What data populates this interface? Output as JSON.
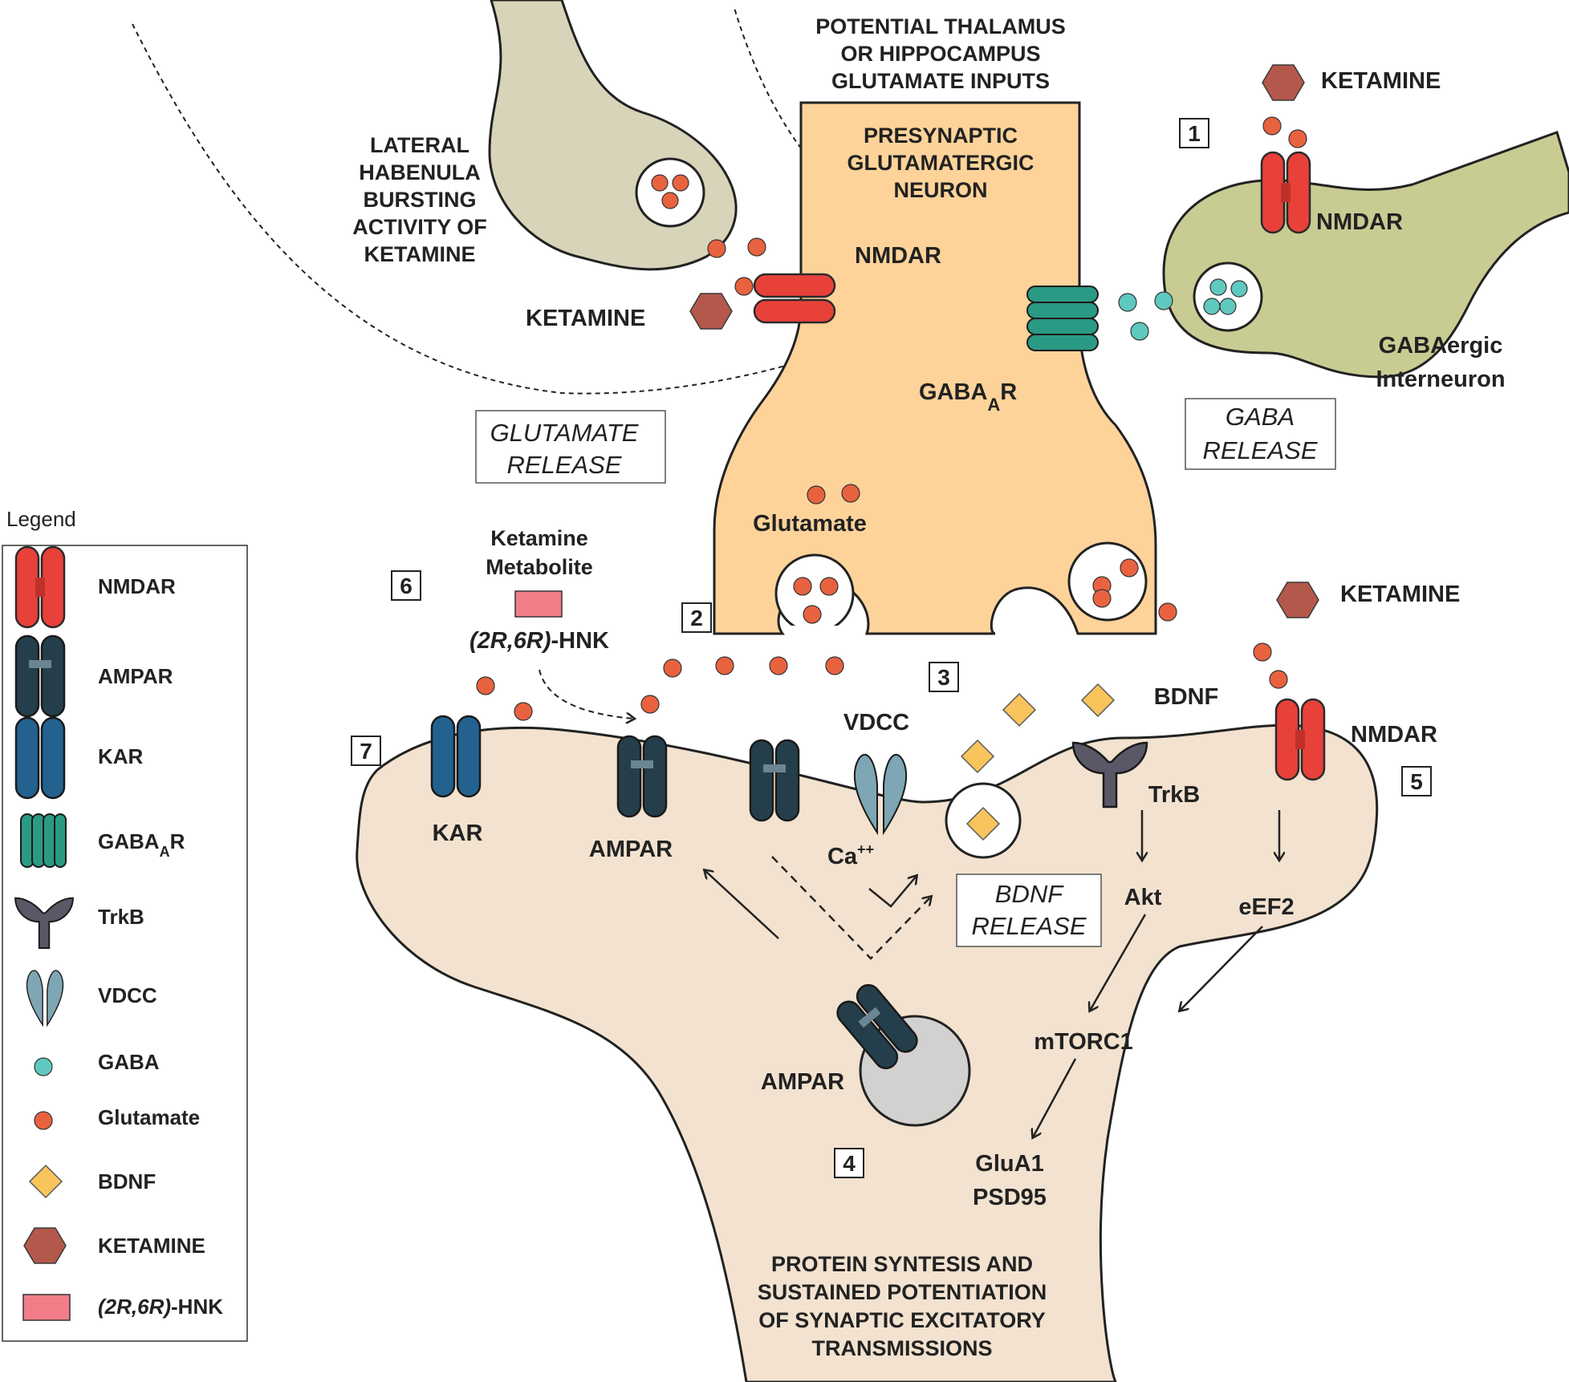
{
  "top_label": [
    "POTENTIAL THALAMUS",
    "OR HIPPOCAMPUS",
    "GLUTAMATE INPUTS"
  ],
  "lateral_habenula": [
    "LATERAL",
    "HABENULA",
    "BURSTING",
    "ACTIVITY OF",
    "KETAMINE"
  ],
  "presynaptic": [
    "PRESYNAPTIC",
    "GLUTAMATERGIC",
    "NEURON"
  ],
  "labels": {
    "ketamine_top": "KETAMINE",
    "ketamine_left": "KETAMINE",
    "ketamine_right": "KETAMINE",
    "nmdar_pre": "NMDAR",
    "nmdar_gaba": "NMDAR",
    "nmdar_post": "NMDAR",
    "gabaar_main": "GABA",
    "gabaar_sub": "A",
    "gabaar_r": "R",
    "glutamate": "Glutamate",
    "metabolite_1": "Ketamine",
    "metabolite_2": "Metabolite",
    "hnk_italic": "(2R,6R)",
    "hnk_suffix": "-HNK",
    "kar": "KAR",
    "ampar_left": "AMPAR",
    "ampar_vesicle": "AMPAR",
    "vdcc": "VDCC",
    "ca": "Ca",
    "ca_sup": "++",
    "bdnf": "BDNF",
    "trkb": "TrkB",
    "akt": "Akt",
    "eef2": "eEF2",
    "mtorc1": "mTORC1",
    "glua1": "GluA1",
    "psd95": "PSD95",
    "gabaergic_1": "GABAergic",
    "gabaergic_2": "Interneuron"
  },
  "release_boxes": {
    "glutamate": [
      "GLUTAMATE",
      "RELEASE"
    ],
    "gaba": [
      "GABA",
      "RELEASE"
    ],
    "bdnf": [
      "BDNF",
      "RELEASE"
    ]
  },
  "step_numbers": [
    "1",
    "2",
    "3",
    "4",
    "5",
    "6",
    "7"
  ],
  "bottom_text": [
    "PROTEIN SYNTESIS AND",
    "SUSTAINED POTENTIATION",
    "OF SYNAPTIC EXCITATORY",
    "TRANSMISSIONS"
  ],
  "legend": {
    "title": "Legend",
    "items": [
      {
        "icon": "nmdar-icon",
        "label": "NMDAR"
      },
      {
        "icon": "ampar-icon",
        "label": "AMPAR"
      },
      {
        "icon": "kar-icon",
        "label": "KAR"
      },
      {
        "icon": "gabaar-icon",
        "label": "GABA",
        "sub": "A",
        "suffix": "R"
      },
      {
        "icon": "trkb-icon",
        "label": "TrkB"
      },
      {
        "icon": "vdcc-icon",
        "label": "VDCC"
      },
      {
        "icon": "gaba-dot-icon",
        "label": "GABA"
      },
      {
        "icon": "glutamate-dot-icon",
        "label": "Glutamate"
      },
      {
        "icon": "bdnf-diamond-icon",
        "label": "BDNF"
      },
      {
        "icon": "ketamine-hexagon-icon",
        "label": "KETAMINE"
      },
      {
        "icon": "hnk-rectangle-icon",
        "label_italic": "(2R,6R)",
        "label": "-HNK"
      }
    ]
  },
  "colors": {
    "presynaptic_fill": "#fdd39a",
    "postsynaptic_fill": "#f2e2cf",
    "habenula_fill": "#d8d4ba",
    "interneuron_fill": "#c8cc93",
    "nmdar": "#e8413a",
    "ampar": "#243f4b",
    "kar": "#23628f",
    "gabaar": "#2a9a84",
    "trkb": "#5a5866",
    "vdcc": "#7ea6b4",
    "gaba": "#5fc8bf",
    "glutamate": "#e8623f",
    "bdnf": "#f9c45c",
    "ketamine": "#b4584b",
    "hnk": "#f07d87"
  }
}
